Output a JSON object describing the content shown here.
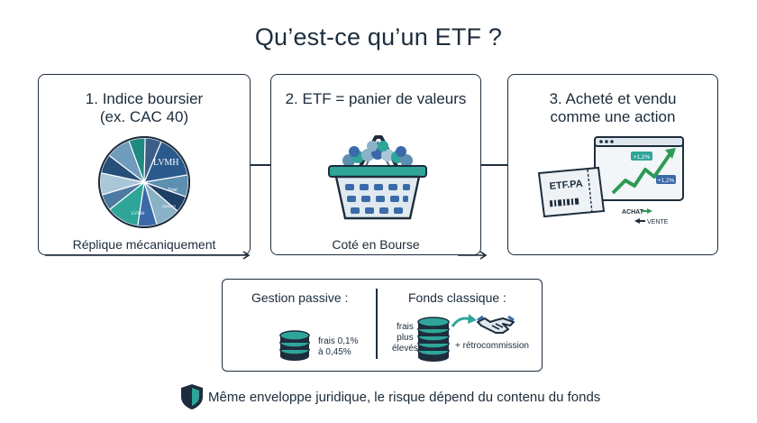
{
  "title": "Qu’est-ce qu’un ETF ?",
  "steps": [
    {
      "title_line1": "1. Indice boursier",
      "title_line2": "(ex. CAC 40)",
      "footer": "Réplique mécaniquement"
    },
    {
      "title_line1": "2. ETF = panier de valeurs",
      "title_line2": "",
      "footer": "Coté en Bourse"
    },
    {
      "title_line1": "3. Acheté et vendu",
      "title_line2": "comme une action",
      "footer": ""
    }
  ],
  "pie_labels": {
    "lvmh_big": "LVMH",
    "lvmh_small": "LVMH",
    "total": "Total",
    "sanofi": "SANOFI"
  },
  "ticket": {
    "symbol": "ETF.PA"
  },
  "trading": {
    "badge_up_1": "+1,2%",
    "badge_up_2": "+1,2%",
    "buy": "ACHAT",
    "sell": "VENTE"
  },
  "comparison": {
    "passive_title": "Gestion passive :",
    "passive_fees_line1": "frais 0,1%",
    "passive_fees_line2": "à 0,45%",
    "classic_title": "Fonds classique :",
    "classic_fees_line1": "frais",
    "classic_fees_line2": "plus",
    "classic_fees_line3": "élevés",
    "classic_extra": "+ rétrocommission"
  },
  "footer_note": "Même enveloppe juridique, le risque dépend du contenu du fonds",
  "colors": {
    "navy": "#1e2d3d",
    "teal": "#2fa59a",
    "blue": "#3a6aa8",
    "green": "#2e9a55"
  }
}
